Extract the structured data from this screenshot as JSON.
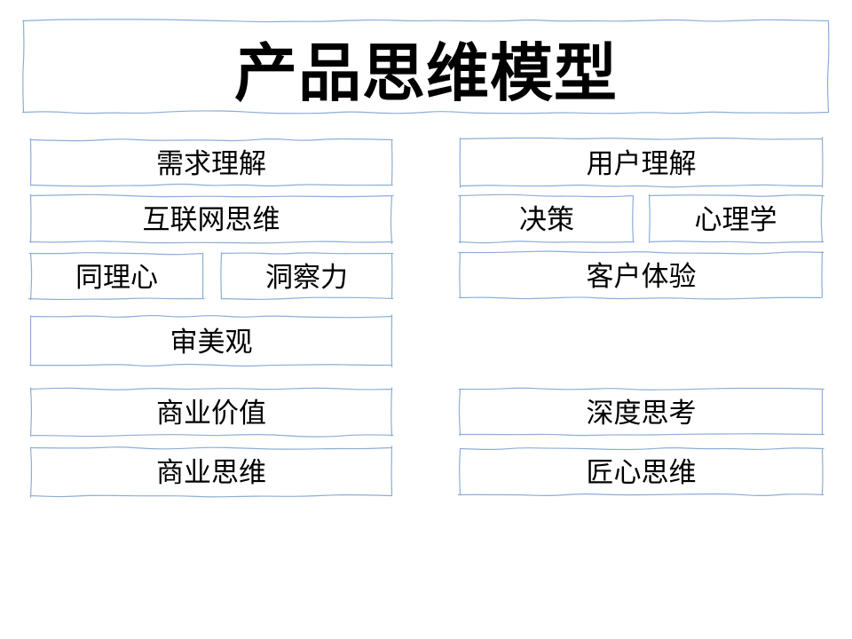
{
  "title": "产品思维模型",
  "colors": {
    "border": "#8caed8",
    "text": "#000000",
    "background": "#ffffff"
  },
  "left_column": {
    "items": [
      {
        "label": "需求理解"
      },
      {
        "label": "互联网思维"
      },
      {
        "label": "同理心"
      },
      {
        "label": "洞察力"
      },
      {
        "label": "审美观"
      },
      {
        "label": "商业价值"
      },
      {
        "label": "商业思维"
      }
    ]
  },
  "right_column": {
    "items": [
      {
        "label": "用户理解"
      },
      {
        "label": "决策"
      },
      {
        "label": "心理学"
      },
      {
        "label": "客户体验"
      },
      {
        "label": "深度思考"
      },
      {
        "label": "匠心思维"
      }
    ]
  }
}
